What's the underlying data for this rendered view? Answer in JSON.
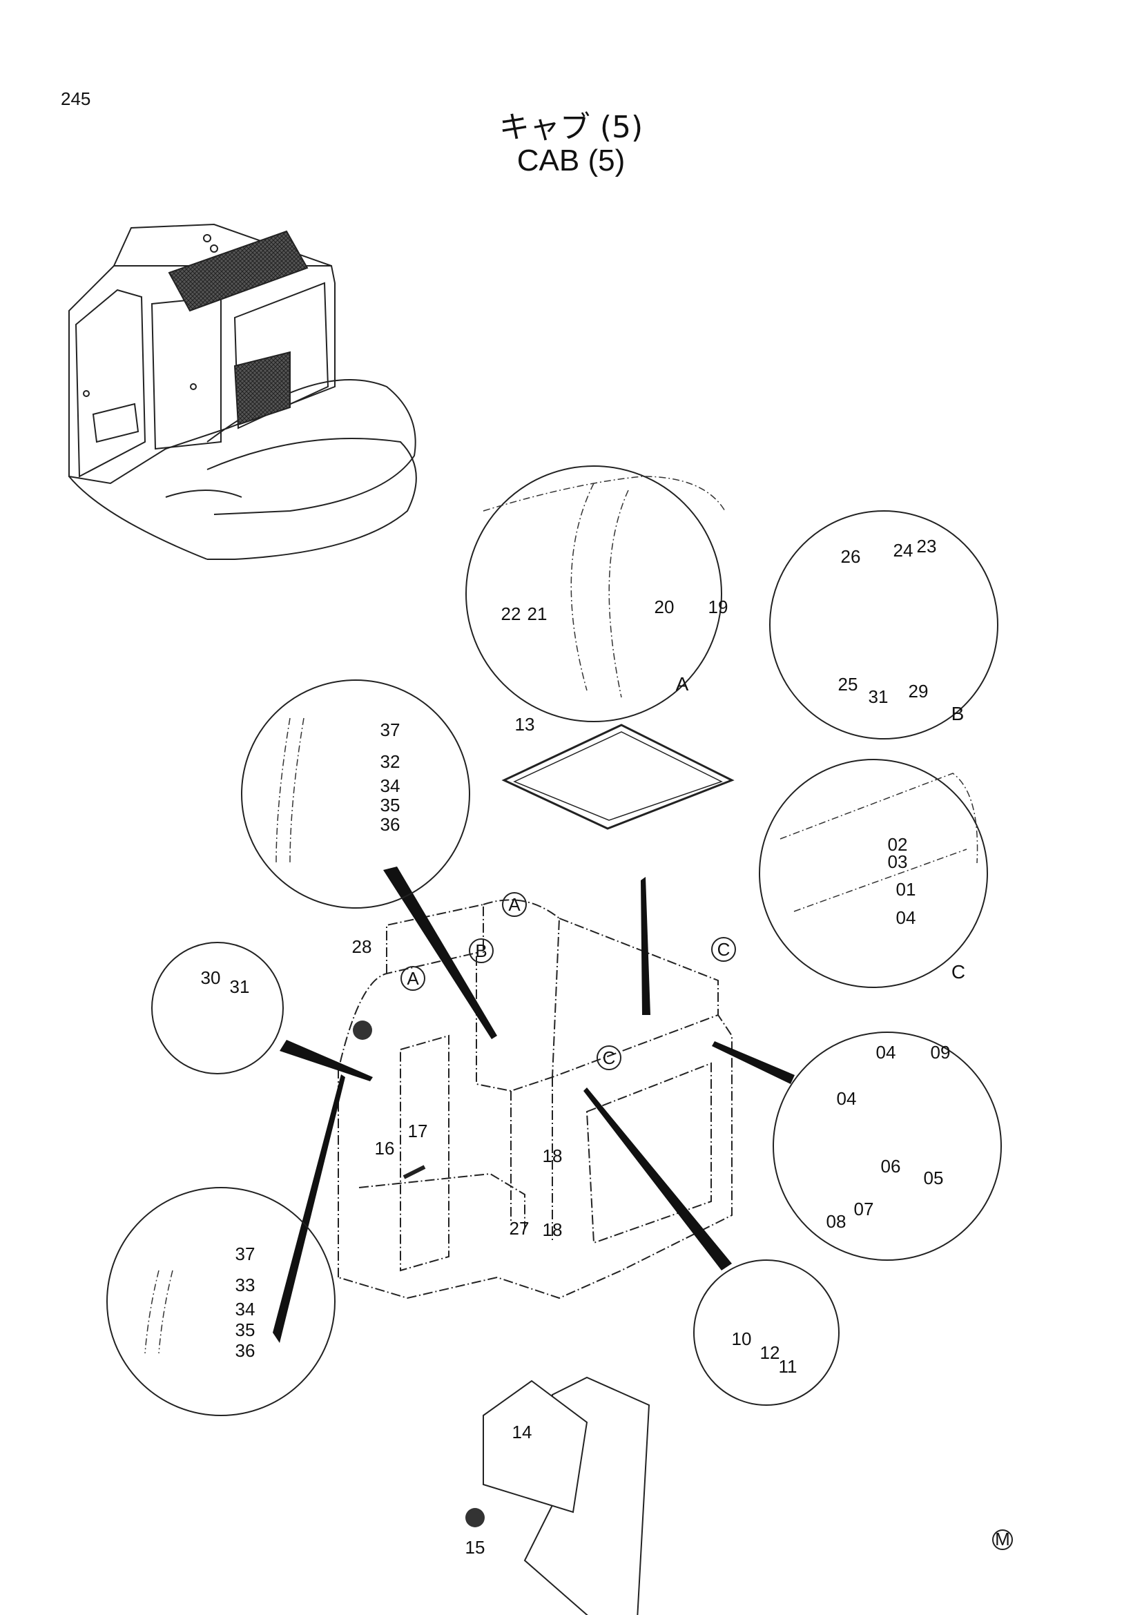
{
  "page": {
    "number": "245",
    "title_jp": "キャブ (5)",
    "title_en": "CAB (5)",
    "corner_mark": "M"
  },
  "details": [
    {
      "id": "A",
      "label": "A",
      "parts": [
        "22",
        "21",
        "20",
        "19"
      ]
    },
    {
      "id": "B",
      "label": "B",
      "parts": [
        "26",
        "24",
        "23",
        "25",
        "31",
        "29"
      ]
    },
    {
      "id": "C",
      "label": "C",
      "parts": [
        "02",
        "03",
        "01",
        "04"
      ]
    },
    {
      "id": "upper-left",
      "parts": [
        "37",
        "32",
        "34",
        "35",
        "36"
      ]
    },
    {
      "id": "lower-left",
      "parts": [
        "37",
        "33",
        "34",
        "35",
        "36"
      ]
    },
    {
      "id": "left-small",
      "parts": [
        "30",
        "31"
      ]
    },
    {
      "id": "right-hinge",
      "parts": [
        "04",
        "09",
        "04",
        "06",
        "05",
        "08",
        "07"
      ]
    },
    {
      "id": "bottom-bolt",
      "parts": [
        "10",
        "12",
        "11"
      ]
    }
  ],
  "main_labels": [
    "13",
    "28",
    "17",
    "16",
    "18",
    "27",
    "18",
    "14",
    "15"
  ],
  "main_callouts": [
    "A",
    "B",
    "C",
    "A",
    "C"
  ]
}
